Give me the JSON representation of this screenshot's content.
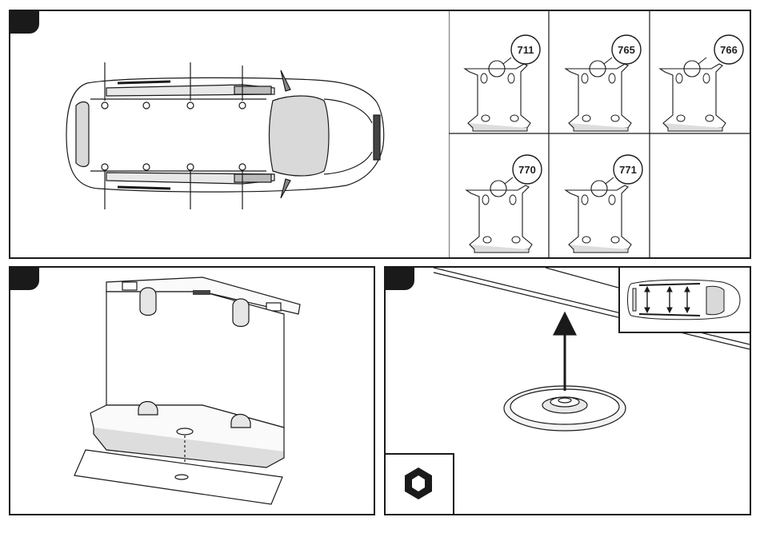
{
  "steps": [
    {
      "id": "step-1",
      "label": ""
    },
    {
      "id": "step-2",
      "label": ""
    },
    {
      "id": "step-3",
      "label": ""
    }
  ],
  "bracket_codes": [
    "711",
    "765",
    "766",
    "770",
    "771"
  ],
  "tool": {
    "icon": "hex-key-icon"
  },
  "colors": {
    "line": "#1a1a1a",
    "fill_light": "#f0f0f0",
    "fill_mid": "#cfcfcf",
    "glass": "#d9d9d9"
  }
}
